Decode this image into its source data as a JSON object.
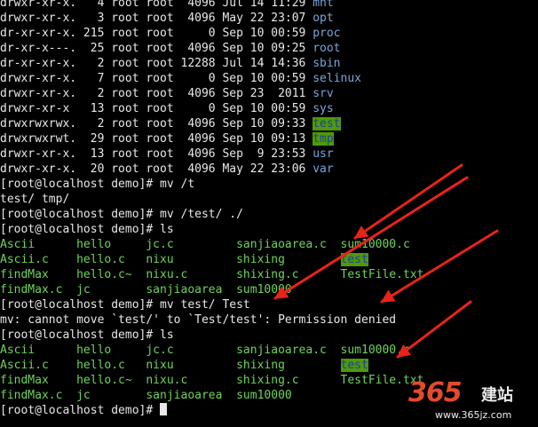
{
  "colors": {
    "background": "#000000",
    "text": "#e8e8e8",
    "directory": "#7aa6da",
    "executable": "#6fd35a",
    "highlight_bg": "#4e9a06",
    "highlight_fg": "#1f3da8",
    "arrow": "#e8231a"
  },
  "terminal": {
    "lines": [
      {
        "segs": [
          {
            "t": "drwxr-xr-x.   4 root root  4096 Jul 14 11:29 ",
            "c": "txt"
          },
          {
            "t": "mnt",
            "c": "dir"
          }
        ]
      },
      {
        "segs": [
          {
            "t": "drwxr-xr-x.   3 root root  4096 May 22 23:07 ",
            "c": "txt"
          },
          {
            "t": "opt",
            "c": "dir"
          }
        ]
      },
      {
        "segs": [
          {
            "t": "dr-xr-xr-x. 215 root root     0 Sep 10 00:59 ",
            "c": "txt"
          },
          {
            "t": "proc",
            "c": "dir"
          }
        ]
      },
      {
        "segs": [
          {
            "t": "dr-xr-x---.  25 root root  4096 Sep 10 09:25 ",
            "c": "txt"
          },
          {
            "t": "root",
            "c": "dir"
          }
        ]
      },
      {
        "segs": [
          {
            "t": "dr-xr-xr-x.   2 root root 12288 Jul 14 14:36 ",
            "c": "txt"
          },
          {
            "t": "sbin",
            "c": "dir"
          }
        ]
      },
      {
        "segs": [
          {
            "t": "drwxr-xr-x.   7 root root     0 Sep 10 00:59 ",
            "c": "txt"
          },
          {
            "t": "selinux",
            "c": "dir"
          }
        ]
      },
      {
        "segs": [
          {
            "t": "drwxr-xr-x.   2 root root  4096 Sep 23  2011 ",
            "c": "txt"
          },
          {
            "t": "srv",
            "c": "dir"
          }
        ]
      },
      {
        "segs": [
          {
            "t": "drwxr-xr-x   13 root root     0 Sep 10 00:59 ",
            "c": "txt"
          },
          {
            "t": "sys",
            "c": "dir"
          }
        ]
      },
      {
        "segs": [
          {
            "t": "drwxrwxrwx.   2 root root  4096 Sep 10 09:33 ",
            "c": "txt"
          },
          {
            "t": "test",
            "c": "hl"
          }
        ]
      },
      {
        "segs": [
          {
            "t": "drwxrwxrwt.  29 root root  4096 Sep 10 09:13 ",
            "c": "txt"
          },
          {
            "t": "tmp",
            "c": "hl"
          }
        ]
      },
      {
        "segs": [
          {
            "t": "drwxr-xr-x.  13 root root  4096 Sep  9 23:53 ",
            "c": "txt"
          },
          {
            "t": "usr",
            "c": "dir"
          }
        ]
      },
      {
        "segs": [
          {
            "t": "drwxr-xr-x.  20 root root  4096 May 22 23:06 ",
            "c": "txt"
          },
          {
            "t": "var",
            "c": "dir"
          }
        ]
      },
      {
        "segs": [
          {
            "t": "[root@localhost demo]# mv /t",
            "c": "txt"
          }
        ]
      },
      {
        "segs": [
          {
            "t": "test/ tmp/",
            "c": "txt"
          }
        ]
      },
      {
        "segs": [
          {
            "t": "[root@localhost demo]# mv /test/ ./",
            "c": "txt"
          }
        ]
      },
      {
        "segs": [
          {
            "t": "[root@localhost demo]# ls",
            "c": "txt"
          }
        ]
      },
      {
        "segs": [
          {
            "t": "Ascii      hello     jc.c         sanjiaoarea.c  sum10000.c",
            "c": "exe"
          }
        ]
      },
      {
        "segs": [
          {
            "t": "Ascii.c    hello.c   nixu         shixing        ",
            "c": "exe"
          },
          {
            "t": "test",
            "c": "hl"
          }
        ]
      },
      {
        "segs": [
          {
            "t": "findMax    hello.c~  nixu.c       shixing.c      TestFile.txt",
            "c": "exe"
          }
        ]
      },
      {
        "segs": [
          {
            "t": "findMax.c  jc        sanjiaoarea  sum10000",
            "c": "exe"
          }
        ]
      },
      {
        "segs": [
          {
            "t": "[root@localhost demo]# mv test/ Test",
            "c": "txt"
          }
        ]
      },
      {
        "segs": [
          {
            "t": "mv: cannot move `test/' to `Test/test': Permission denied",
            "c": "txt"
          }
        ]
      },
      {
        "segs": [
          {
            "t": "[root@localhost demo]# ls",
            "c": "txt"
          }
        ]
      },
      {
        "segs": [
          {
            "t": "Ascii      hello     jc.c         sanjiaoarea.c  sum10000.c",
            "c": "exe"
          }
        ]
      },
      {
        "segs": [
          {
            "t": "Ascii.c    hello.c   nixu         shixing        ",
            "c": "exe"
          },
          {
            "t": "test",
            "c": "hl"
          }
        ]
      },
      {
        "segs": [
          {
            "t": "findMax    hello.c~  nixu.c       shixing.c      TestFile.txt",
            "c": "exe"
          }
        ]
      },
      {
        "segs": [
          {
            "t": "findMax.c  jc        sanjiaoarea  sum10000",
            "c": "exe"
          }
        ]
      },
      {
        "segs": [
          {
            "t": "[root@localhost demo]# ",
            "c": "txt"
          }
        ],
        "cursor": true
      }
    ]
  },
  "annotations": {
    "arrow_count": 4
  },
  "watermark": {
    "number": "365",
    "chinese": "建站",
    "url": "www.365jz.com"
  }
}
